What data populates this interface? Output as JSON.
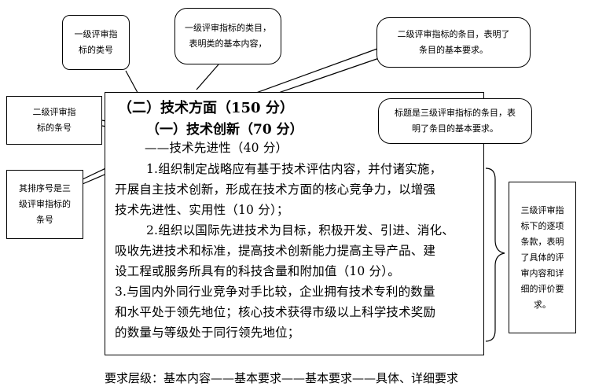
{
  "callouts": {
    "category_number": "一级评审指标的类号",
    "category_name": "一级评审指标的类目，表明类的基本内容，",
    "item_content": "二级评审指标的条目，表明了条目的基本要求。",
    "item_number": "二级评审指标的条号",
    "title_level3": "标题是三级评审指标的条目，表明了条目的基本要求。",
    "sort_number": "其排序号是三级评审指标的条号",
    "clauses": "三级评审指标下的逐项条款，表明了具体的评审内容和详细的评价要求。"
  },
  "main": {
    "heading1": "（二）技术方面（150 分）",
    "heading2": "（一）技术创新（70 分）",
    "heading3": "——技术先进性（40 分）",
    "lines": [
      "1.组织制定战略应有基于技术评估内容，并付诸实施，",
      "开展自主技术创新，形成在技术方面的核心竞争力，以增强",
      "技术先进性、实用性（10 分）；",
      "2.组织以国际先进技术为目标，积极开发、引进、消化、",
      "吸收先进技术和标准，提高技术创新能力提高主导产品、建",
      "设工程或服务所具有的科技含量和附加值（10 分）。",
      "3.与国内外同行业竞争对手比较，企业拥有技术专利的数量",
      "和水平处于领先地位；核心技术获得市级以上科学技术奖励",
      "的数量与等级处于同行领先地位；"
    ]
  },
  "footer": "要求层级：基本内容——基本要求——基本要求——具体、详细要求"
}
